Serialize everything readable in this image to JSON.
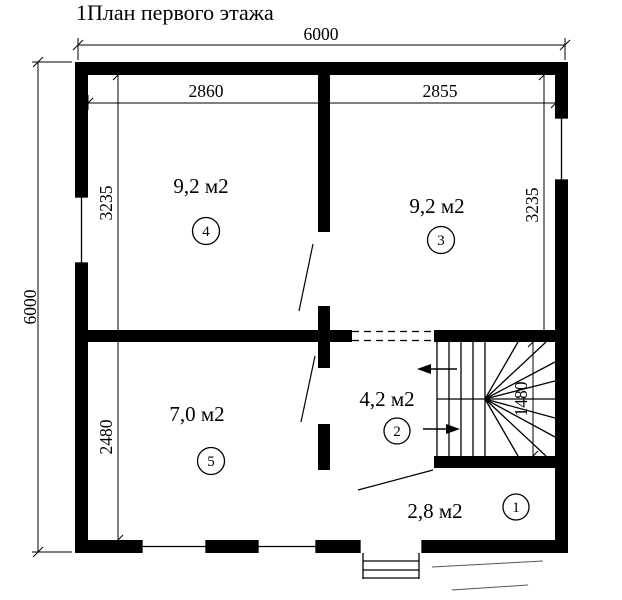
{
  "title": "1План первого этажа",
  "dims": {
    "overall_width": "6000",
    "overall_height": "6000",
    "top_left_width": "2860",
    "top_right_width": "2855",
    "upper_height_left": "3235",
    "lower_height_left": "2480",
    "upper_height_right": "3235",
    "stair_height": "1480"
  },
  "rooms": {
    "r1": {
      "number": "1",
      "area": "2,8 м2"
    },
    "r2": {
      "number": "2",
      "area": "4,2 м2"
    },
    "r3": {
      "number": "3",
      "area": "9,2 м2"
    },
    "r4": {
      "number": "4",
      "area": "9,2 м2"
    },
    "r5": {
      "number": "5",
      "area": "7,0 м2"
    }
  }
}
